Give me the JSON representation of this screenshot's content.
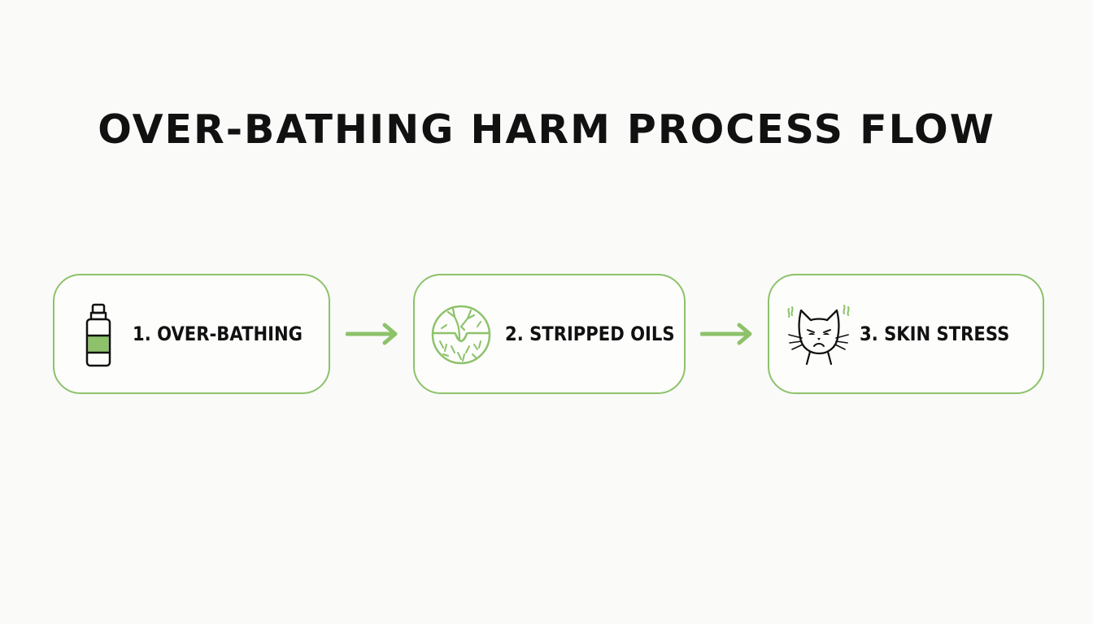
{
  "title": "OVER-BATHING HARM PROCESS FLOW",
  "accent_color": "#8dc26a",
  "steps": [
    {
      "label": "1. OVER-BATHING",
      "icon": "shampoo-bottle-icon"
    },
    {
      "label": "2. STRIPPED OILS",
      "icon": "dry-skin-cross-section-icon"
    },
    {
      "label": "3. SKIN STRESS",
      "icon": "stressed-cat-icon"
    }
  ],
  "connectors": [
    {
      "from": "1. OVER-BATHING",
      "to": "2. STRIPPED OILS"
    },
    {
      "from": "2. STRIPPED OILS",
      "to": "3. SKIN STRESS"
    }
  ]
}
